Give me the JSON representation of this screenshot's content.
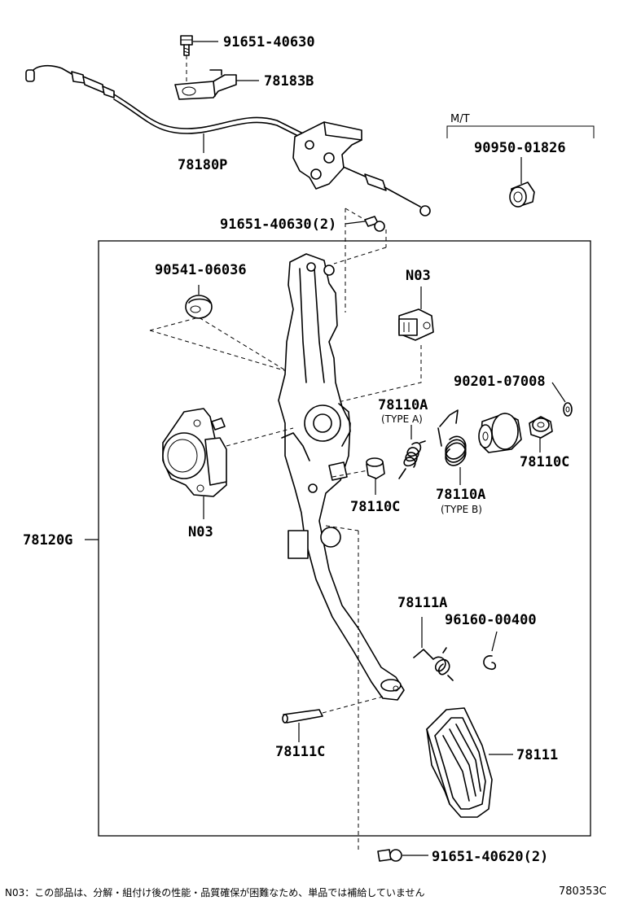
{
  "labels": {
    "p91651_40630_top": "91651-40630",
    "p78183B": "78183B",
    "p78180P": "78180P",
    "mt_heading": "M/T",
    "p90950_01826": "90950-01826",
    "p91651_40630_2": "91651-40630(2)",
    "p90541_06036": "90541-06036",
    "n03_sensor_upper": "N03",
    "p90201_07008": "90201-07008",
    "p78110A_a": "78110A",
    "type_a": "(TYPE A)",
    "p78110C_right": "78110C",
    "p78110C_center": "78110C",
    "p78110A_b": "78110A",
    "type_b": "(TYPE B)",
    "n03_sensor_lower": "N03",
    "p78120G": "78120G",
    "p78111A": "78111A",
    "p96160_00400": "96160-00400",
    "p78111C": "78111C",
    "p78111": "78111",
    "p91651_40620_2": "91651-40620(2)"
  },
  "footnote": "N03：この部品は、分解・組付け後の性能・品質確保が困難なため、単品では補給していません",
  "diagram_code": "780353C"
}
